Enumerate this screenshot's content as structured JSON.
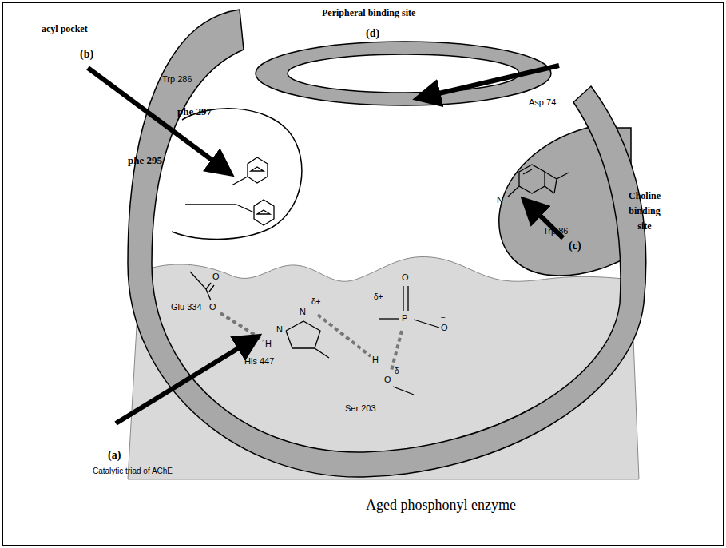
{
  "diagram": {
    "caption": "Aged phosphonyl enzyme",
    "labels": [
      "acyl pocket",
      "(b)",
      "Peripheral binding site",
      "(d)",
      "Trp 286",
      "phe 297",
      "phe 295",
      "Asp 74",
      "N",
      "Trp 86",
      "Choline binding site",
      "(c)",
      "Glu 334",
      "O",
      "O",
      "−",
      "H",
      "N",
      "N",
      "δ+",
      "δ+",
      "O",
      "P",
      "−",
      "O",
      "H",
      "O",
      "δ−",
      "His 447",
      "Ser 203",
      "(a)",
      "Catalytic triad of AChE"
    ]
  }
}
